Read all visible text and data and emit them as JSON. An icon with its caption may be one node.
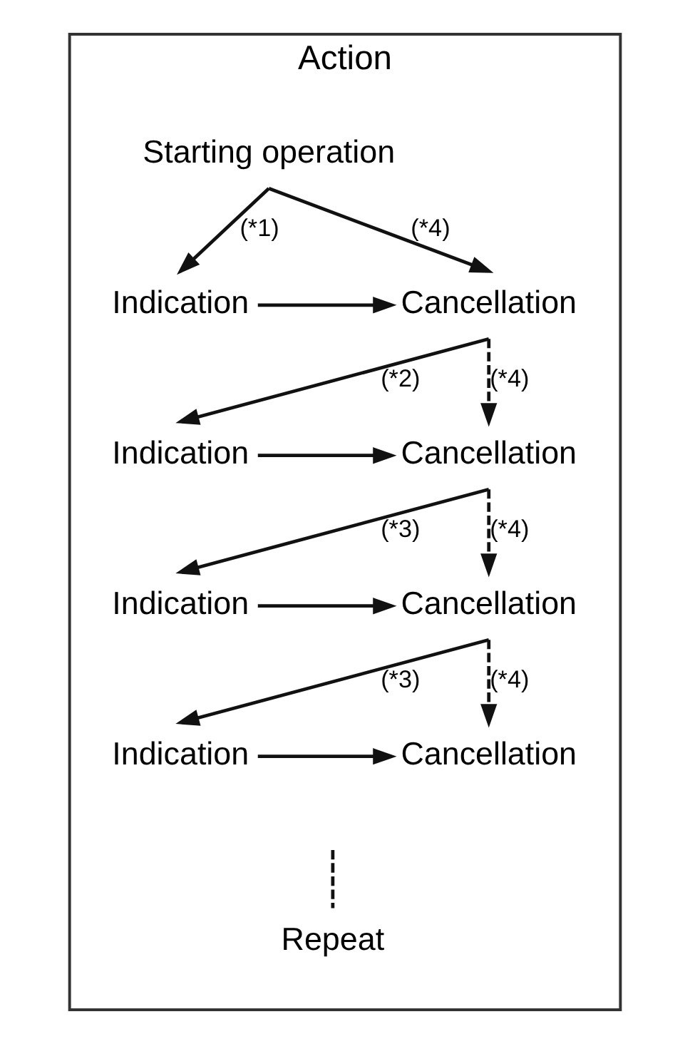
{
  "diagram": {
    "nodes": [
      {
        "text": [
          "Action"
        ]
      },
      {
        "text": [
          "Starting operation"
        ],
        "in": 0
      },
      {
        "text": [
          "Indication"
        ],
        "in": 0
      },
      {
        "text": [
          "Cancellation"
        ],
        "in": 0
      },
      {
        "text": [
          "Indication"
        ],
        "in": 0
      },
      {
        "text": [
          "Cancellation"
        ],
        "in": 0
      },
      {
        "text": [
          "Indication"
        ],
        "in": 0
      },
      {
        "text": [
          "Cancellation"
        ],
        "in": 0
      },
      {
        "text": [
          "Indication"
        ],
        "in": 0
      },
      {
        "text": [
          "Cancellation"
        ],
        "in": 0
      },
      {
        "text": [
          "Repeat"
        ],
        "in": 0
      }
    ],
    "edges": [
      {
        "from": 1,
        "to": 2,
        "arrow": "to",
        "label": "(*1)"
      },
      {
        "from": 1,
        "to": 3,
        "arrow": "to",
        "label": "(*4)"
      },
      {
        "from": 2,
        "to": 3,
        "arrow": "to"
      },
      {
        "from": 3,
        "to": 4,
        "arrow": "to",
        "label": "(*2)"
      },
      {
        "from": 3,
        "to": 5,
        "arrow": "to",
        "label": "(*4)",
        "style": "dashed"
      },
      {
        "from": 4,
        "to": 5,
        "arrow": "to"
      },
      {
        "from": 5,
        "to": 6,
        "arrow": "to",
        "label": "(*3)"
      },
      {
        "from": 5,
        "to": 7,
        "arrow": "to",
        "label": "(*4)",
        "style": "dashed"
      },
      {
        "from": 6,
        "to": 7,
        "arrow": "to"
      },
      {
        "from": 7,
        "to": 8,
        "arrow": "to",
        "label": "(*3)"
      },
      {
        "from": 7,
        "to": 9,
        "arrow": "to",
        "label": "(*4)",
        "style": "dashed"
      },
      {
        "from": 8,
        "to": 9,
        "arrow": "to"
      },
      {
        "from": null,
        "to": 10,
        "arrow": "none",
        "style": "dashed"
      }
    ]
  }
}
